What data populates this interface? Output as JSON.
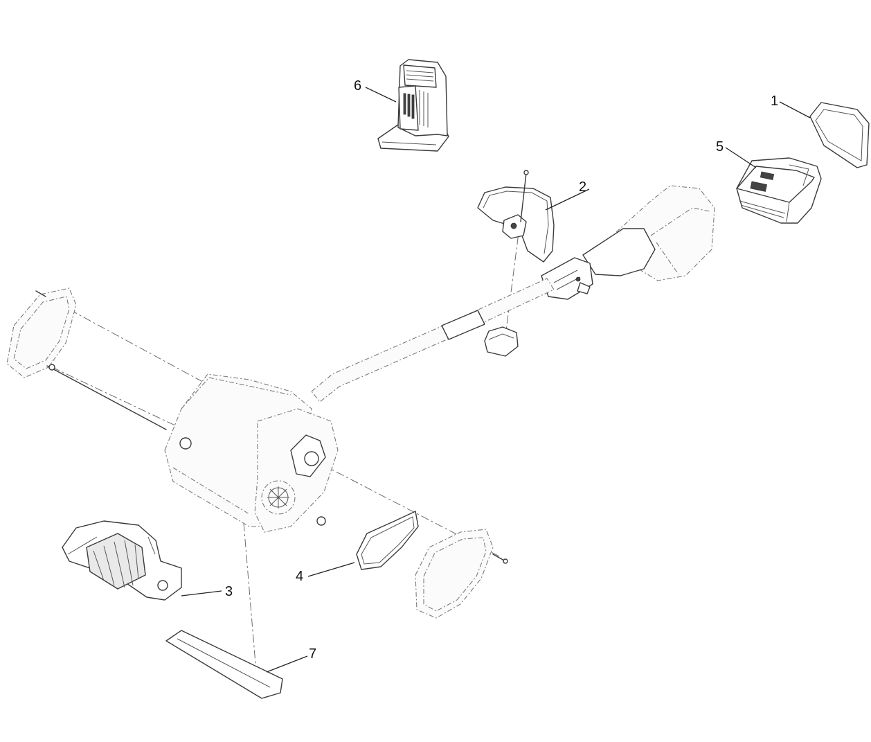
{
  "callouts": {
    "c1": "1",
    "c2": "2",
    "c3": "3",
    "c4": "4",
    "c5": "5",
    "c6": "6",
    "c7": "7"
  },
  "colors": {
    "line": "#3a3a3a",
    "ghost": "#7a7a7a",
    "background": "#ffffff"
  }
}
